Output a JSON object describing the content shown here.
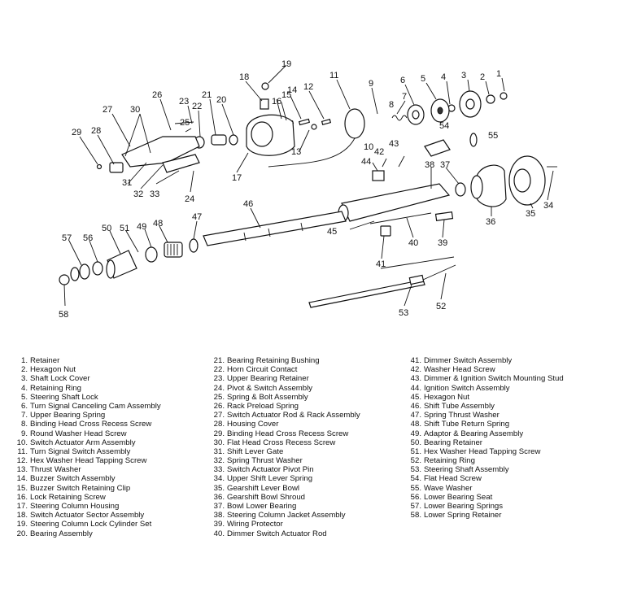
{
  "callouts": [
    "1",
    "2",
    "3",
    "4",
    "5",
    "6",
    "7",
    "8",
    "9",
    "10",
    "11",
    "12",
    "13",
    "14",
    "15",
    "16",
    "17",
    "18",
    "19",
    "20",
    "21",
    "22",
    "23",
    "24",
    "25",
    "26",
    "27",
    "28",
    "29",
    "30",
    "31",
    "32",
    "33",
    "34",
    "35",
    "36",
    "37",
    "38",
    "39",
    "40",
    "41",
    "42",
    "43",
    "44",
    "45",
    "46",
    "47",
    "48",
    "49",
    "50",
    "51",
    "52",
    "53",
    "54",
    "55",
    "56",
    "57",
    "58"
  ],
  "legend": [
    [
      {
        "num": "1.",
        "text": "Retainer"
      },
      {
        "num": "2.",
        "text": "Hexagon Nut"
      },
      {
        "num": "3.",
        "text": "Shaft Lock Cover"
      },
      {
        "num": "4.",
        "text": "Retaining Ring"
      },
      {
        "num": "5.",
        "text": "Steering Shaft Lock"
      },
      {
        "num": "6.",
        "text": "Turn Signal Canceling Cam Assembly"
      },
      {
        "num": "7.",
        "text": "Upper Bearing Spring"
      },
      {
        "num": "8.",
        "text": "Binding Head Cross Recess Screw"
      },
      {
        "num": "9.",
        "text": "Round Washer Head Screw"
      },
      {
        "num": "10.",
        "text": "Switch Actuator Arm Assembly"
      },
      {
        "num": "11.",
        "text": "Turn Signal Switch Assembly"
      },
      {
        "num": "12.",
        "text": "Hex Washer Head Tapping Screw"
      },
      {
        "num": "13.",
        "text": "Thrust Washer"
      },
      {
        "num": "14.",
        "text": "Buzzer Switch Assembly"
      },
      {
        "num": "15.",
        "text": "Buzzer Switch Retaining Clip"
      },
      {
        "num": "16.",
        "text": "Lock Retaining Screw"
      },
      {
        "num": "17.",
        "text": "Steering Column Housing"
      },
      {
        "num": "18.",
        "text": "Switch Actuator Sector Assembly"
      },
      {
        "num": "19.",
        "text": "Steering Column Lock Cylinder Set"
      },
      {
        "num": "20.",
        "text": "Bearing Assembly"
      }
    ],
    [
      {
        "num": "21.",
        "text": "Bearing Retaining Bushing"
      },
      {
        "num": "22.",
        "text": "Horn Circuit Contact"
      },
      {
        "num": "23.",
        "text": "Upper Bearing Retainer"
      },
      {
        "num": "24.",
        "text": "Pivot & Switch Assembly"
      },
      {
        "num": "25.",
        "text": "Spring & Bolt Assembly"
      },
      {
        "num": "26.",
        "text": "Rack Preload Spring"
      },
      {
        "num": "27.",
        "text": "Switch Actuator Rod & Rack Assembly"
      },
      {
        "num": "28.",
        "text": "Housing Cover"
      },
      {
        "num": "29.",
        "text": "Binding Head Cross Recess Screw"
      },
      {
        "num": "30.",
        "text": "Flat Head Cross Recess Screw"
      },
      {
        "num": "31.",
        "text": "Shift Lever Gate"
      },
      {
        "num": "32.",
        "text": "Spring Thrust Washer"
      },
      {
        "num": "33.",
        "text": "Switch Actuator Pivot Pin"
      },
      {
        "num": "34.",
        "text": "Upper Shift Lever Spring"
      },
      {
        "num": "35.",
        "text": "Gearshift Lever Bowl"
      },
      {
        "num": "36.",
        "text": "Gearshift Bowl Shroud"
      },
      {
        "num": "37.",
        "text": "Bowl Lower Bearing"
      },
      {
        "num": "38.",
        "text": "Steering Column Jacket Assembly"
      },
      {
        "num": "39.",
        "text": "Wiring Protector"
      },
      {
        "num": "40.",
        "text": "Dimmer Switch Actuator Rod"
      }
    ],
    [
      {
        "num": "41.",
        "text": "Dimmer Switch Assembly"
      },
      {
        "num": "42.",
        "text": "Washer Head Screw"
      },
      {
        "num": "43.",
        "text": "Dimmer & Ignition Switch Mounting Stud"
      },
      {
        "num": "44.",
        "text": "Ignition Switch Assembly"
      },
      {
        "num": "45.",
        "text": "Hexagon Nut"
      },
      {
        "num": "46.",
        "text": "Shift Tube Assembly"
      },
      {
        "num": "47.",
        "text": "Spring Thrust Washer"
      },
      {
        "num": "48.",
        "text": "Shift Tube Return Spring"
      },
      {
        "num": "49.",
        "text": "Adaptor & Bearing Assembly"
      },
      {
        "num": "50.",
        "text": "Bearing Retainer"
      },
      {
        "num": "51.",
        "text": "Hex Washer Head Tapping Screw"
      },
      {
        "num": "52.",
        "text": "Retaining Ring"
      },
      {
        "num": "53.",
        "text": "Steering Shaft Assembly"
      },
      {
        "num": "54.",
        "text": "Flat Head Screw"
      },
      {
        "num": "55.",
        "text": "Wave Washer"
      },
      {
        "num": "56.",
        "text": "Lower Bearing Seat"
      },
      {
        "num": "57.",
        "text": "Lower Bearing Springs"
      },
      {
        "num": "58.",
        "text": "Lower Spring Retainer"
      }
    ]
  ]
}
